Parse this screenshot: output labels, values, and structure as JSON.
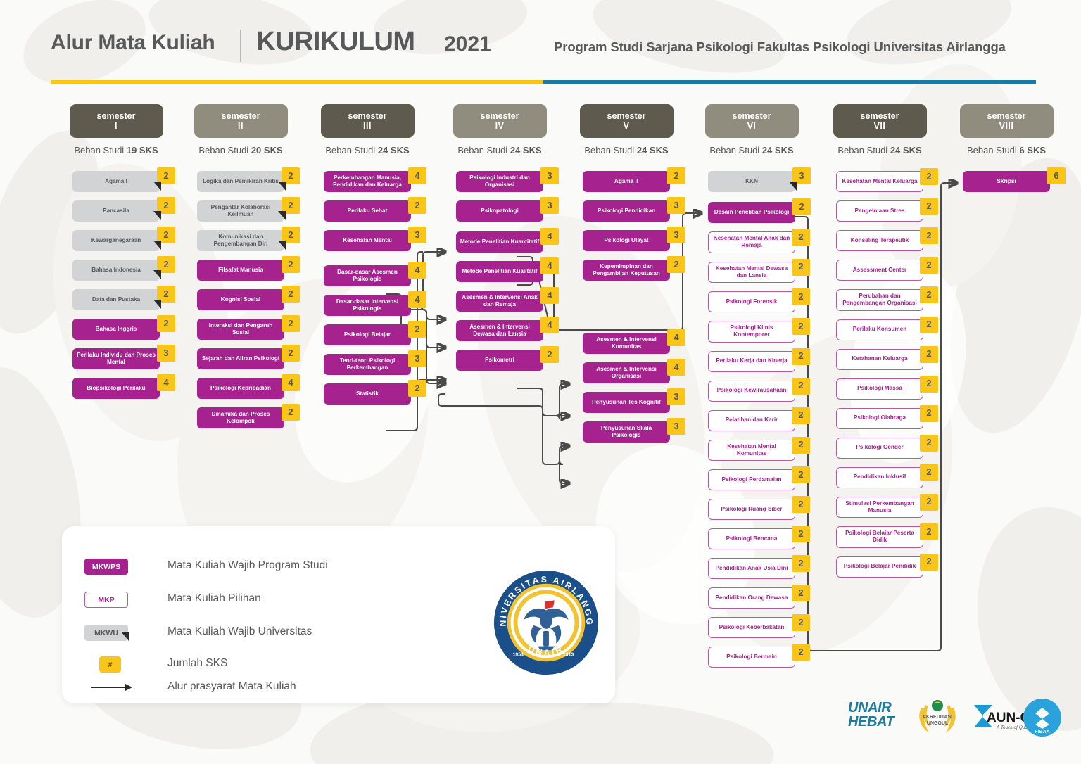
{
  "header": {
    "title_main": "Alur Mata Kuliah",
    "title_kurikulum": "KURIKULUM",
    "title_year": "2021",
    "subtitle": "Program Studi Sarjana Psikologi Fakultas Psikologi Universitas Airlangga",
    "rule_yellow_color": "#f5c518",
    "rule_blue_color": "#1b7ba0"
  },
  "colors": {
    "mkwps": "#a6228e",
    "mkp_border": "#b9579f",
    "mkwu": "#d2d3d5",
    "sks_badge": "#f8c518",
    "semester_dark": "#5e5b4e",
    "semester_light": "#908d7f",
    "connector": "#4a4a4a"
  },
  "semesters": [
    {
      "label": "semester",
      "roman": "I",
      "badge_style": "dark",
      "load_prefix": "Beban Studi",
      "load_value": "19 SKS",
      "courses": [
        {
          "name": "Agama I",
          "sks": "2",
          "type": "mkwu"
        },
        {
          "name": "Pancasila",
          "sks": "2",
          "type": "mkwu"
        },
        {
          "name": "Kewarganegaraan",
          "sks": "2",
          "type": "mkwu"
        },
        {
          "name": "Bahasa Indonesia",
          "sks": "2",
          "type": "mkwu"
        },
        {
          "name": "Data dan Pustaka",
          "sks": "2",
          "type": "mkwu"
        },
        {
          "name": "Bahasa Inggris",
          "sks": "2",
          "type": "mkwps"
        },
        {
          "name": "Perilaku Individu dan Proses Mental",
          "sks": "3",
          "type": "mkwps"
        },
        {
          "name": "Biopsikologi Perilaku",
          "sks": "4",
          "type": "mkwps"
        }
      ]
    },
    {
      "label": "semester",
      "roman": "II",
      "badge_style": "light",
      "load_prefix": "Beban Studi",
      "load_value": "20 SKS",
      "courses": [
        {
          "name": "Logika dan Pemikiran Kritis",
          "sks": "2",
          "type": "mkwu"
        },
        {
          "name": "Pengantar Kolaborasi Keilmuan",
          "sks": "2",
          "type": "mkwu"
        },
        {
          "name": "Komunikasi dan Pengembangan Diri",
          "sks": "2",
          "type": "mkwu"
        },
        {
          "name": "Filsafat Manusia",
          "sks": "2",
          "type": "mkwps"
        },
        {
          "name": "Kognisi Sosial",
          "sks": "2",
          "type": "mkwps"
        },
        {
          "name": "Interaksi dan Pengaruh Sosial",
          "sks": "2",
          "type": "mkwps"
        },
        {
          "name": "Sejarah dan Aliran Psikologi",
          "sks": "2",
          "type": "mkwps"
        },
        {
          "name": "Psikologi Kepribadian",
          "sks": "4",
          "type": "mkwps"
        },
        {
          "name": "Dinamika dan Proses Kelompok",
          "sks": "2",
          "type": "mkwps"
        }
      ]
    },
    {
      "label": "semester",
      "roman": "III",
      "badge_style": "dark",
      "load_prefix": "Beban Studi",
      "load_value": "24 SKS",
      "courses": [
        {
          "name": "Perkembangan Manusia, Pendidikan dan Keluarga",
          "sks": "4",
          "type": "mkwps"
        },
        {
          "name": "Perilaku Sehat",
          "sks": "2",
          "type": "mkwps"
        },
        {
          "name": "Kesehatan Mental",
          "sks": "3",
          "type": "mkwps"
        },
        {
          "name": "Dasar-dasar Asesmen Psikologis",
          "sks": "4",
          "type": "mkwps"
        },
        {
          "name": "Dasar-dasar Intervensi Psikologis",
          "sks": "4",
          "type": "mkwps"
        },
        {
          "name": "Psikologi Belajar",
          "sks": "2",
          "type": "mkwps"
        },
        {
          "name": "Teori-teori Psikologi Perkembangan",
          "sks": "3",
          "type": "mkwps"
        },
        {
          "name": "Statistik",
          "sks": "2",
          "type": "mkwps"
        }
      ]
    },
    {
      "label": "semester",
      "roman": "IV",
      "badge_style": "light",
      "load_prefix": "Beban Studi",
      "load_value": "24 SKS",
      "courses": [
        {
          "name": "Psikologi Industri dan Organisasi",
          "sks": "3",
          "type": "mkwps"
        },
        {
          "name": "Psikopatologi",
          "sks": "3",
          "type": "mkwps"
        },
        {
          "name": "Metode Penelitian Kuantitatif",
          "sks": "4",
          "type": "mkwps"
        },
        {
          "name": "Metode Penelitian Kualitatif",
          "sks": "4",
          "type": "mkwps"
        },
        {
          "name": "Asesmen & Intervensi Anak dan Remaja",
          "sks": "4",
          "type": "mkwps"
        },
        {
          "name": "Asesmen & Intervensi Dewasa dan Lansia",
          "sks": "4",
          "type": "mkwps"
        },
        {
          "name": "Psikometri",
          "sks": "2",
          "type": "mkwps"
        }
      ]
    },
    {
      "label": "semester",
      "roman": "V",
      "badge_style": "dark",
      "load_prefix": "Beban Studi",
      "load_value": "24 SKS",
      "courses": [
        {
          "name": "Agama II",
          "sks": "2",
          "type": "mkwps"
        },
        {
          "name": "Psikologi Pendidikan",
          "sks": "3",
          "type": "mkwps"
        },
        {
          "name": "Psikologi Ulayat",
          "sks": "3",
          "type": "mkwps"
        },
        {
          "name": "Kepemimpinan dan Pengambilan Keputusan",
          "sks": "2",
          "type": "mkwps"
        },
        {
          "name": "Asesmen & Intervensi Komunitas",
          "sks": "4",
          "type": "mkwps"
        },
        {
          "name": "Asesmen & Intervensi Organisasi",
          "sks": "4",
          "type": "mkwps"
        },
        {
          "name": "Penyusunan Tes Kognitif",
          "sks": "3",
          "type": "mkwps"
        },
        {
          "name": "Penyusunan Skala Psikologis",
          "sks": "3",
          "type": "mkwps"
        }
      ]
    },
    {
      "label": "semester",
      "roman": "VI",
      "badge_style": "light",
      "load_prefix": "Beban Studi",
      "load_value": "24 SKS",
      "courses": [
        {
          "name": "KKN",
          "sks": "3",
          "type": "mkwu"
        },
        {
          "name": "Desain Penelitian Psikologi",
          "sks": "2",
          "type": "mkwps"
        },
        {
          "name": "Kesehatan Mental Anak dan Remaja",
          "sks": "2",
          "type": "mkp"
        },
        {
          "name": "Kesehatan Mental Dewasa dan Lansia",
          "sks": "2",
          "type": "mkp"
        },
        {
          "name": "Psikologi Forensik",
          "sks": "2",
          "type": "mkp"
        },
        {
          "name": "Psikologi Klinis Kontemporer",
          "sks": "2",
          "type": "mkp"
        },
        {
          "name": "Perilaku Kerja dan Kinerja",
          "sks": "2",
          "type": "mkp"
        },
        {
          "name": "Psikologi Kewirausahaan",
          "sks": "2",
          "type": "mkp"
        },
        {
          "name": "Pelatihan dan Karir",
          "sks": "2",
          "type": "mkp"
        },
        {
          "name": "Kesehatan Mental Komunitas",
          "sks": "2",
          "type": "mkp"
        },
        {
          "name": "Psikologi Perdamaian",
          "sks": "2",
          "type": "mkp"
        },
        {
          "name": "Psikologi Ruang Siber",
          "sks": "2",
          "type": "mkp"
        },
        {
          "name": "Psikologi Bencana",
          "sks": "2",
          "type": "mkp"
        },
        {
          "name": "Pendidikan Anak Usia Dini",
          "sks": "2",
          "type": "mkp"
        },
        {
          "name": "Pendidikan Orang Dewasa",
          "sks": "2",
          "type": "mkp"
        },
        {
          "name": "Psikologi Keberbakatan",
          "sks": "2",
          "type": "mkp"
        },
        {
          "name": "Psikologi Bermain",
          "sks": "2",
          "type": "mkp"
        }
      ]
    },
    {
      "label": "semester",
      "roman": "VII",
      "badge_style": "dark",
      "load_prefix": "Beban Studi",
      "load_value": "24 SKS",
      "courses": [
        {
          "name": "Kesehatan Mental Keluarga",
          "sks": "2",
          "type": "mkp"
        },
        {
          "name": "Pengelolaan Stres",
          "sks": "2",
          "type": "mkp"
        },
        {
          "name": "Konseling Terapeutik",
          "sks": "2",
          "type": "mkp"
        },
        {
          "name": "Assessment Center",
          "sks": "2",
          "type": "mkp"
        },
        {
          "name": "Perubahan dan Pengembangan Organisasi",
          "sks": "2",
          "type": "mkp"
        },
        {
          "name": "Perilaku Konsumen",
          "sks": "2",
          "type": "mkp"
        },
        {
          "name": "Ketahanan Keluarga",
          "sks": "2",
          "type": "mkp"
        },
        {
          "name": "Psikologi Massa",
          "sks": "2",
          "type": "mkp"
        },
        {
          "name": "Psikologi Olahraga",
          "sks": "2",
          "type": "mkp"
        },
        {
          "name": "Psikologi Gender",
          "sks": "2",
          "type": "mkp"
        },
        {
          "name": "Pendidikan Inklusif",
          "sks": "2",
          "type": "mkp"
        },
        {
          "name": "Stimulasi Perkembangan Manusia",
          "sks": "2",
          "type": "mkp"
        },
        {
          "name": "Psikologi Belajar Peserta Didik",
          "sks": "2",
          "type": "mkp"
        },
        {
          "name": "Psikologi Belajar Pendidik",
          "sks": "2",
          "type": "mkp"
        }
      ]
    },
    {
      "label": "semester",
      "roman": "VIII",
      "badge_style": "light",
      "load_prefix": "Beban Studi",
      "load_value": "6 SKS",
      "courses": [
        {
          "name": "Skripsi",
          "sks": "6",
          "type": "mkwps"
        }
      ]
    }
  ],
  "legend": {
    "items": [
      {
        "chip": "MKWPS",
        "text": "Mata Kuliah Wajib Program Studi",
        "style": "mkwps"
      },
      {
        "chip": "MKP",
        "text": "Mata Kuliah Pilihan",
        "style": "mkp"
      },
      {
        "chip": "MKWU",
        "text": "Mata Kuliah Wajib Universitas",
        "style": "mkwu"
      },
      {
        "chip": "#",
        "text": "Jumlah SKS",
        "style": "sks"
      },
      {
        "chip": "",
        "text": "Alur prasyarat Mata Kuliah",
        "style": "arrow"
      }
    ]
  },
  "seal": {
    "outer_text_top": "UNIVERSITAS AIRLANGGA",
    "outer_text_bottom": "UNAIR",
    "year_left": "1954",
    "year_right": "1913"
  },
  "footer_logos": {
    "unair_hebat_line1": "UNAIR",
    "unair_hebat_line2": "HEBAT",
    "akreditasi_line1": "AKREDITASI",
    "akreditasi_line2": "UNGGUL",
    "aunqa": "AUN-QA",
    "aunqa_tagline": "A Touch of Quality",
    "fibaa": "FIBAA"
  }
}
